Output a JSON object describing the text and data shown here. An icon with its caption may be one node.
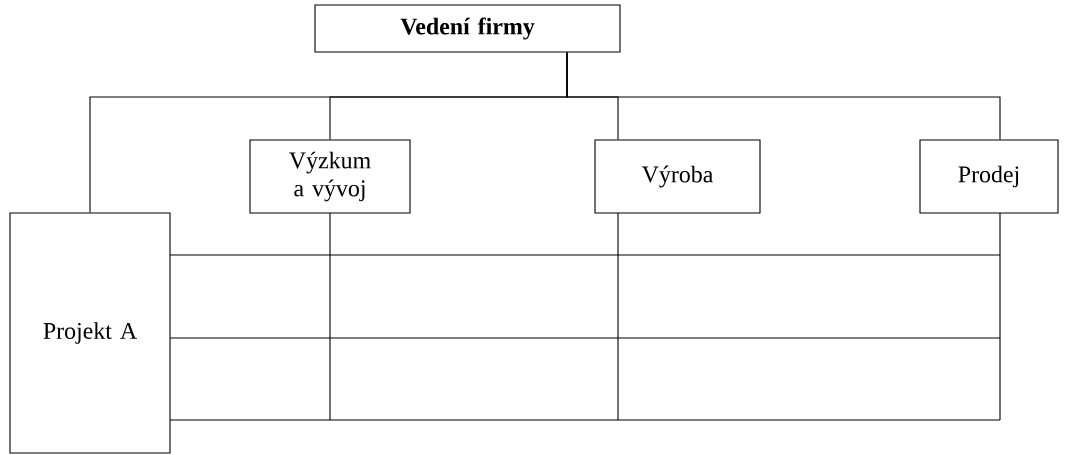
{
  "diagram": {
    "nodes": [
      {
        "text": [
          "Vedení firmy"
        ]
      },
      {
        "text": [
          "Výzkum a vývoj"
        ]
      },
      {
        "text": [
          "Výroba"
        ]
      },
      {
        "text": [
          "Prodej"
        ]
      },
      {
        "text": [
          "Projekt A"
        ]
      }
    ],
    "edges": [
      {
        "from": 0,
        "to": 4,
        "arrow": "none"
      },
      {
        "from": 0,
        "to": 1,
        "arrow": "none"
      },
      {
        "from": 0,
        "to": 2,
        "arrow": "none"
      },
      {
        "from": 0,
        "to": 3,
        "arrow": "none"
      }
    ]
  }
}
